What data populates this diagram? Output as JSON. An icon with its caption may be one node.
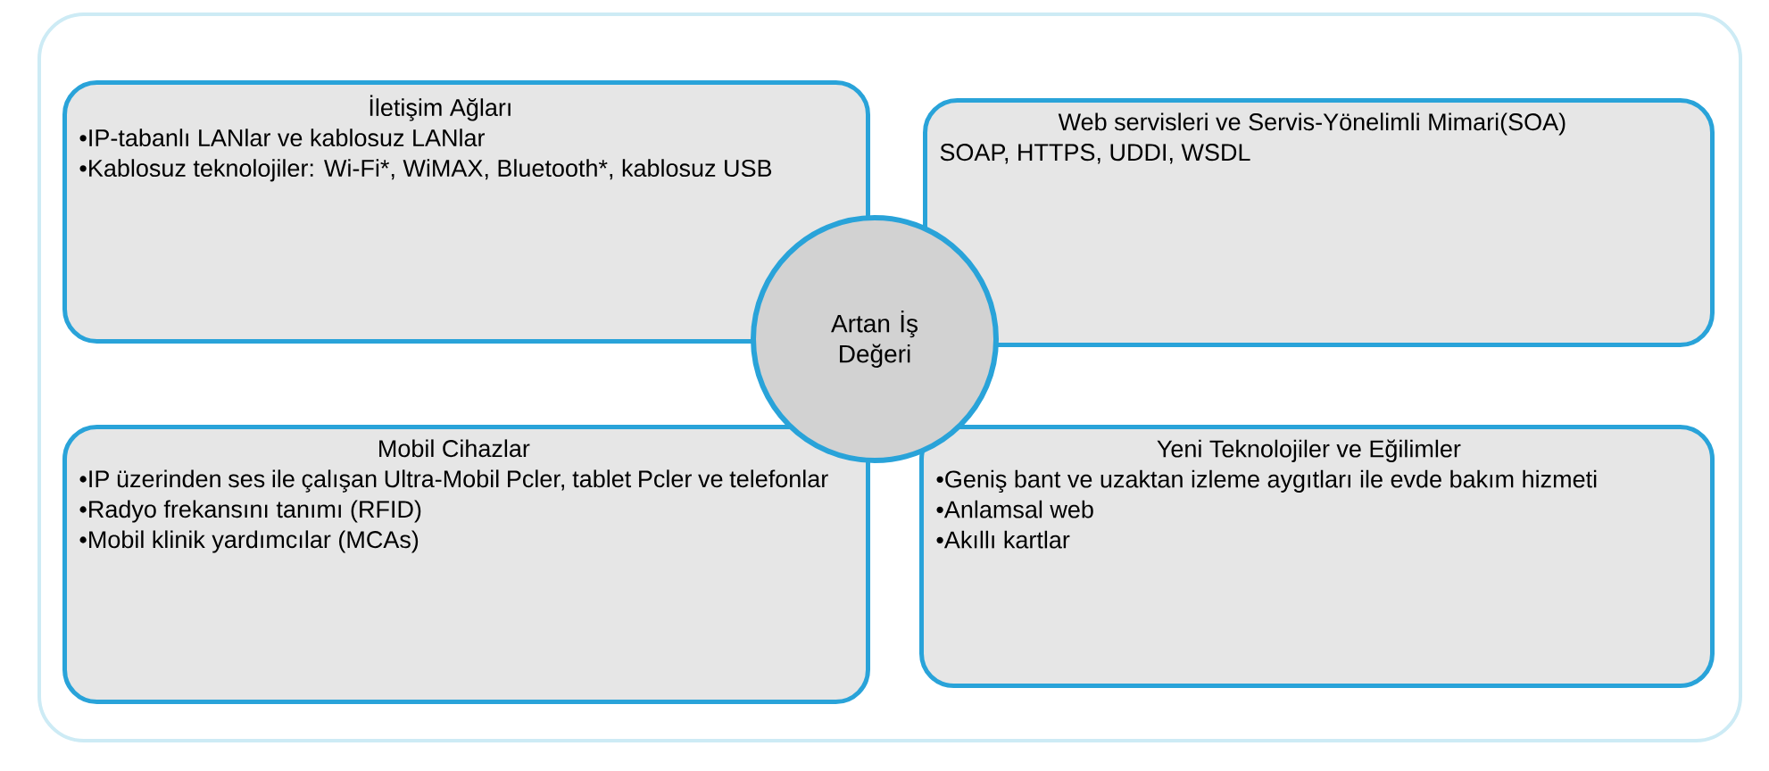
{
  "diagram": {
    "nodes": [
      {
        "text": [
          "İletişim Ağları",
          "•IP-tabanlı LANlar ve kablosuz LANlar",
          "•Kablosuz teknolojiler: Wi-Fi*, WiMAX, Bluetooth*, kablosuz USB"
        ]
      },
      {
        "text": [
          "Web servisleri ve Servis-Yönelimli Mimari(SOA)",
          "SOAP, HTTPS, UDDI, WSDL"
        ]
      },
      {
        "text": [
          "Mobil Cihazlar",
          "•IP üzerinden ses ile çalışan Ultra-Mobil Pcler, tablet Pcler ve telefonlar",
          "•Radyo frekansını tanımı (RFID)",
          "•Mobil klinik yardımcılar (MCAs)"
        ]
      },
      {
        "text": [
          "Yeni Teknolojiler ve Eğilimler",
          "•Geniş bant ve uzaktan izleme aygıtları ile evde bakım hizmeti",
          "•Anlamsal web",
          "•Akıllı kartlar"
        ]
      },
      {
        "text": [
          "Artan İş Değeri"
        ]
      }
    ],
    "edges": []
  }
}
